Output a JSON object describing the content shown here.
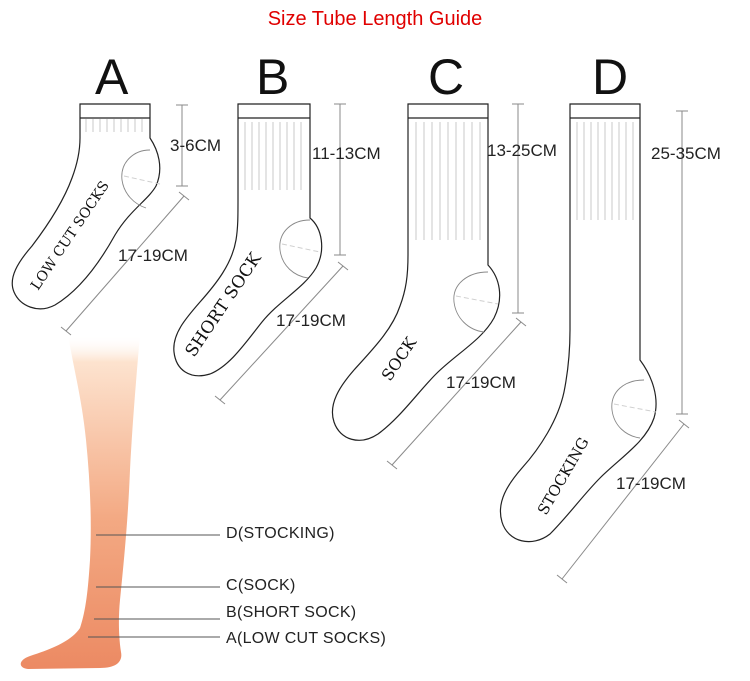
{
  "title": "Size Tube Length Guide",
  "socks": [
    {
      "letter": "A",
      "name": "LOW CUT SOCKS",
      "tube_length": "3-6CM",
      "foot_length": "17-19CM"
    },
    {
      "letter": "B",
      "name": "SHORT SOCK",
      "tube_length": "11-13CM",
      "foot_length": "17-19CM"
    },
    {
      "letter": "C",
      "name": "SOCK",
      "tube_length": "13-25CM",
      "foot_length": "17-19CM"
    },
    {
      "letter": "D",
      "name": "STOCKING",
      "tube_length": "25-35CM",
      "foot_length": "17-19CM"
    }
  ],
  "leg_labels": [
    "D(STOCKING)",
    "C(SOCK)",
    "B(SHORT SOCK)",
    "A(LOW CUT SOCKS)"
  ],
  "colors": {
    "title": "#e00000",
    "leg_top": "#fde3cf",
    "leg_bottom": "#ec8a63"
  }
}
